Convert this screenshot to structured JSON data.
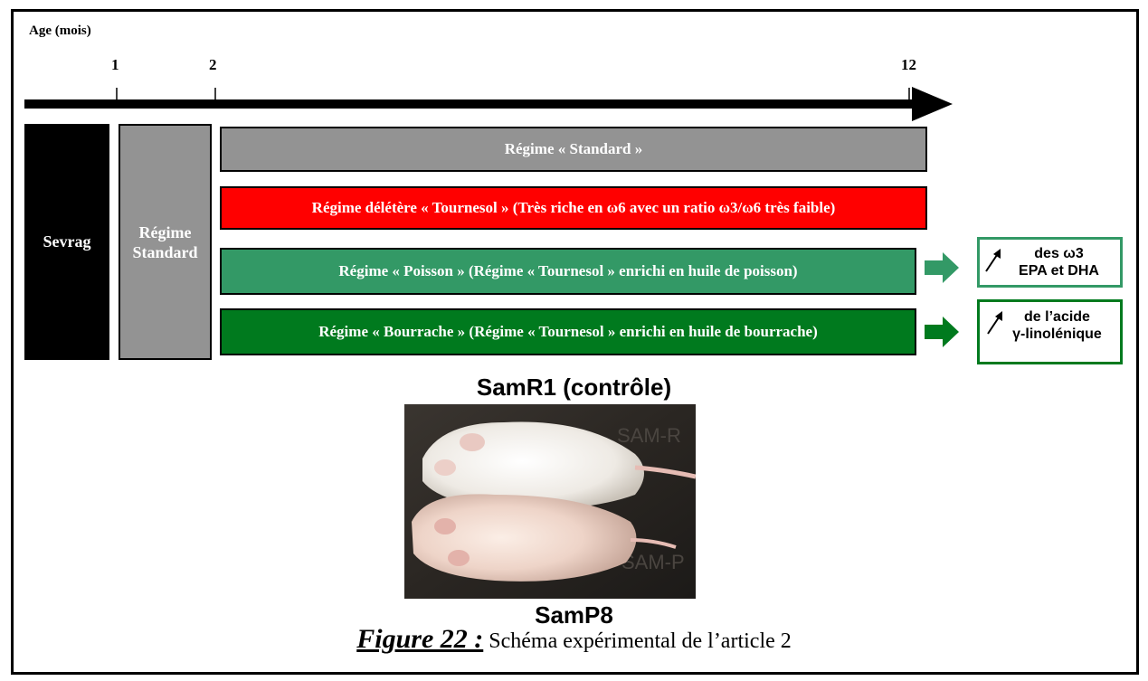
{
  "axis": {
    "title": "Age (mois)",
    "ticks": [
      "1",
      "2",
      "12"
    ]
  },
  "phases": {
    "sevrage": "Sevrag",
    "regime_standard": "Régime Standard"
  },
  "regimes": [
    {
      "label": "Régime « Standard »",
      "color": "#939393"
    },
    {
      "label": "Régime délétère « Tournesol » (Très riche en ω6 avec un ratio ω3/ω6 très faible)",
      "color": "#ff0000"
    },
    {
      "label": "Régime « Poisson » (Régime « Tournesol » enrichi en huile de poisson)",
      "color": "#339966"
    },
    {
      "label": "Régime « Bourrache » (Régime « Tournesol » enrichi en huile de bourrache)",
      "color": "#007a1e"
    }
  ],
  "effects": [
    {
      "line1": "des ω3",
      "line2": "EPA et DHA",
      "color": "#339966"
    },
    {
      "line1": "de l’acide",
      "line2": "γ-linolénique",
      "color": "#007a1e"
    }
  ],
  "mice": {
    "top_label": "SamR1 (contrôle)",
    "bottom_label": "SamP8",
    "watermark_top": "SAM-R",
    "watermark_bottom": "SAM-P"
  },
  "caption": {
    "figure": "Figure 22 :",
    "text": "Schéma expérimental de l’article 2"
  }
}
